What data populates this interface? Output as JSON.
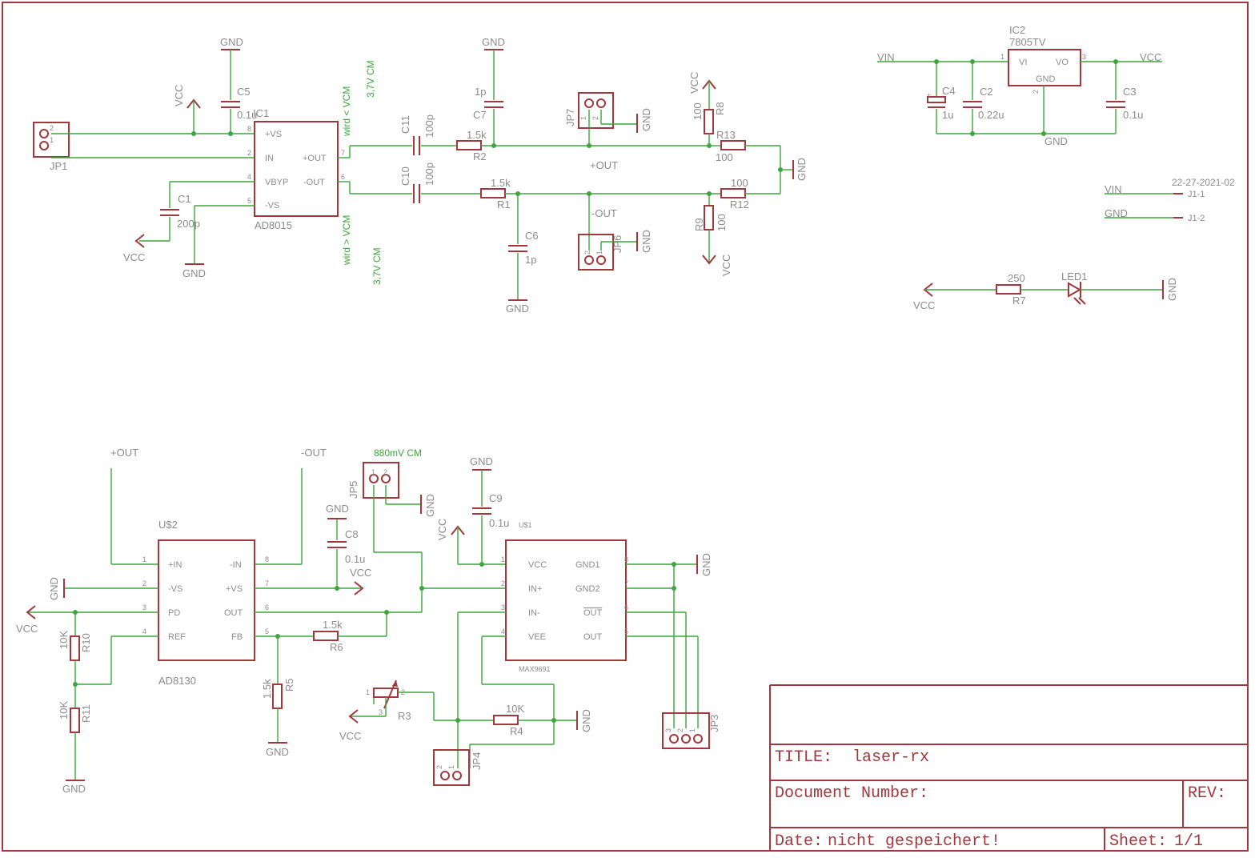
{
  "title_block": {
    "title_label": "TITLE:",
    "title_value": "laser-rx",
    "docnum_label": "Document Number:",
    "rev_label": "REV:",
    "date_label": "Date:",
    "date_value": "nicht gespeichert!",
    "sheet_label": "Sheet:",
    "sheet_value": "1/1"
  },
  "nets": {
    "gnd": "GND",
    "vcc": "VCC",
    "vin": "VIN",
    "pos_out": "+OUT",
    "neg_out": "-OUT"
  },
  "notes": {
    "wird_lt": "wird < VCM",
    "cm_top": "3,7V CM",
    "wird_gt": "wird > VCM",
    "cm_bot": "3,7V CM",
    "cm_880": "880mV CM",
    "date_code": "22-27-2021-02"
  },
  "components": {
    "ic1": {
      "name": "IC1",
      "value": "AD8015",
      "pins": [
        "+VS",
        "IN",
        "VBYP",
        "-VS",
        "+OUT",
        "-OUT"
      ]
    },
    "ic2": {
      "name": "IC2",
      "value": "7805TV",
      "pins": [
        "VI",
        "VO",
        "GND"
      ]
    },
    "u2": {
      "name": "U$2",
      "value": "AD8130",
      "pins": [
        "+IN",
        "-VS",
        "PD",
        "REF",
        "-IN",
        "+VS",
        "OUT",
        "FB"
      ]
    },
    "u1": {
      "name": "U$1",
      "value": "MAX9691",
      "pins": [
        "VCC",
        "IN+",
        "IN-",
        "VEE",
        "GND1",
        "GND2",
        "OUT",
        "OUT"
      ]
    },
    "c1": {
      "name": "C1",
      "value": "200p"
    },
    "c2": {
      "name": "C2",
      "value": "0.22u"
    },
    "c3": {
      "name": "C3",
      "value": "0.1u"
    },
    "c4": {
      "name": "C4",
      "value": "1u"
    },
    "c5": {
      "name": "C5",
      "value": "0.1u"
    },
    "c6": {
      "name": "C6",
      "value": "1p"
    },
    "c7": {
      "name": "C7",
      "value": "1p"
    },
    "c8": {
      "name": "C8",
      "value": "0.1u"
    },
    "c9": {
      "name": "C9",
      "value": "0.1u"
    },
    "c10": {
      "name": "C10",
      "value": "100p"
    },
    "c11": {
      "name": "C11",
      "value": "100p"
    },
    "r1": {
      "name": "R1",
      "value": "1.5k"
    },
    "r2": {
      "name": "R2",
      "value": "1.5k"
    },
    "r3": {
      "name": "R3"
    },
    "r4": {
      "name": "R4",
      "value": "10K"
    },
    "r5": {
      "name": "R5",
      "value": "1.5k"
    },
    "r6": {
      "name": "R6",
      "value": "1.5k"
    },
    "r7": {
      "name": "R7",
      "value": "250"
    },
    "r8": {
      "name": "R8",
      "value": "100"
    },
    "r9": {
      "name": "R9",
      "value": "100"
    },
    "r10": {
      "name": "R10",
      "value": "10K"
    },
    "r11": {
      "name": "R11",
      "value": "10K"
    },
    "r12": {
      "name": "R12",
      "value": "100"
    },
    "r13": {
      "name": "R13",
      "value": "100"
    },
    "led1": {
      "name": "LED1"
    },
    "jp1": {
      "name": "JP1"
    },
    "jp3": {
      "name": "JP3"
    },
    "jp4": {
      "name": "JP4"
    },
    "jp5": {
      "name": "JP5"
    },
    "jp6": {
      "name": "JP6"
    },
    "jp7": {
      "name": "JP7"
    },
    "j1": {
      "pin1": "J1-1",
      "pin2": "J1-2"
    }
  }
}
